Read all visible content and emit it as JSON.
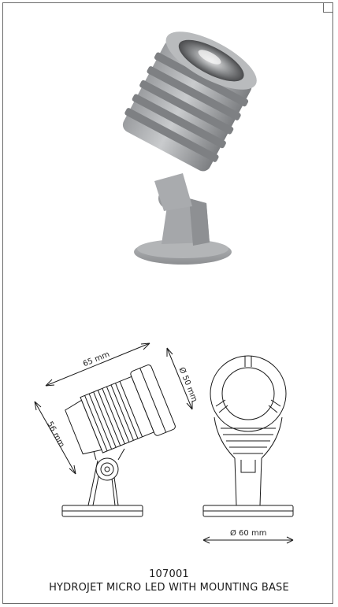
{
  "dimensions": {
    "length": "65 mm",
    "diameter_head": "Ø 50 mm",
    "height": "56 mm",
    "diameter_base": "Ø 60 mm"
  },
  "product": {
    "code": "107001",
    "name": "HYDROJET MICRO LED WITH MOUNTING BASE"
  }
}
